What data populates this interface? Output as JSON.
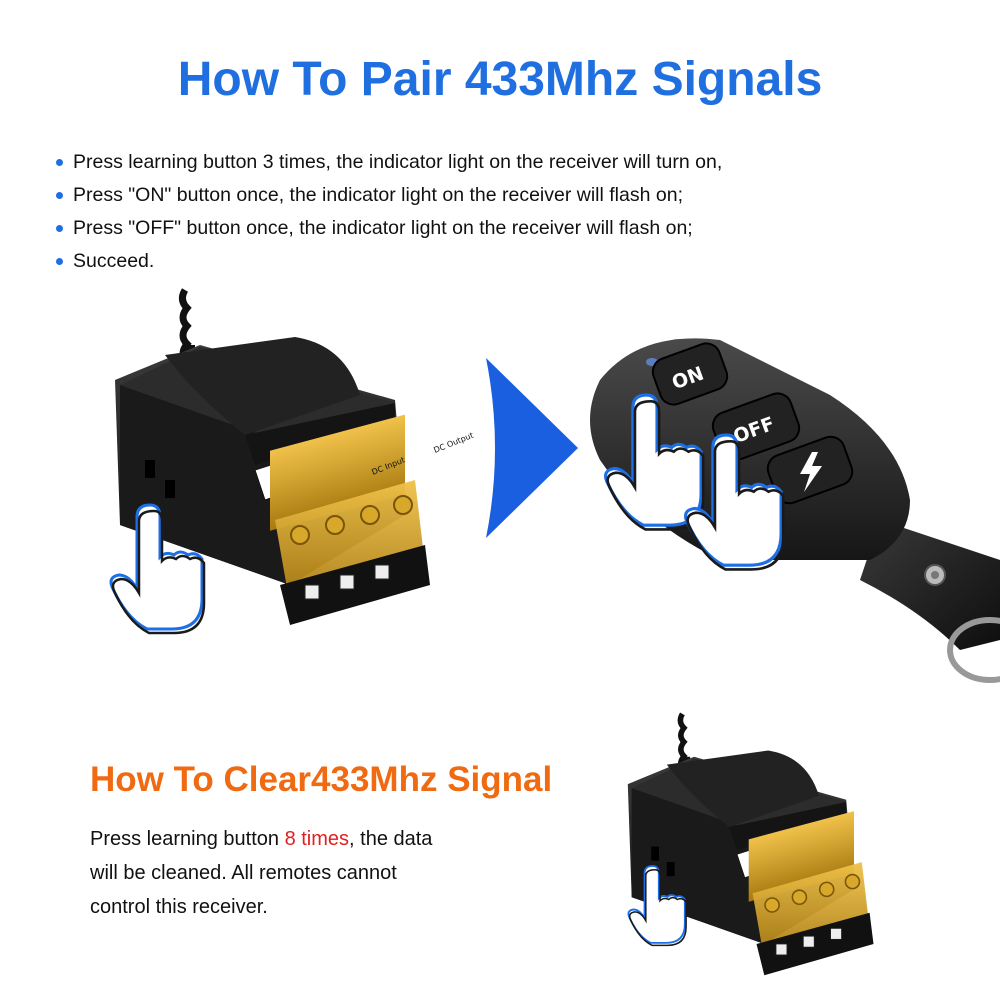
{
  "pair": {
    "title": "How To Pair 433Mhz Signals",
    "steps": [
      "Press learning button 3 times, the indicator light on the receiver will turn on,",
      "Press \"ON\" button once, the indicator light on the receiver will flash on;",
      "Press \"OFF\" button once, the indicator light on the receiver will flash on;",
      "Succeed."
    ]
  },
  "remote": {
    "on_label": "ON",
    "off_label": "OFF",
    "bolt_icon": "lightning-icon"
  },
  "receiver": {
    "dc_input_label": "DC Input",
    "dc_output_label": "DC Output"
  },
  "clear": {
    "title": "How To Clear433Mhz Signal",
    "text_before": "Press learning button ",
    "text_highlight": "8 times",
    "text_after": ", the data will be cleaned. All remotes cannot control this receiver."
  },
  "colors": {
    "title_blue": "#1f6fe0",
    "title_orange": "#f06a12",
    "highlight_red": "#e02020",
    "arrow_blue": "#1a5fe0"
  }
}
